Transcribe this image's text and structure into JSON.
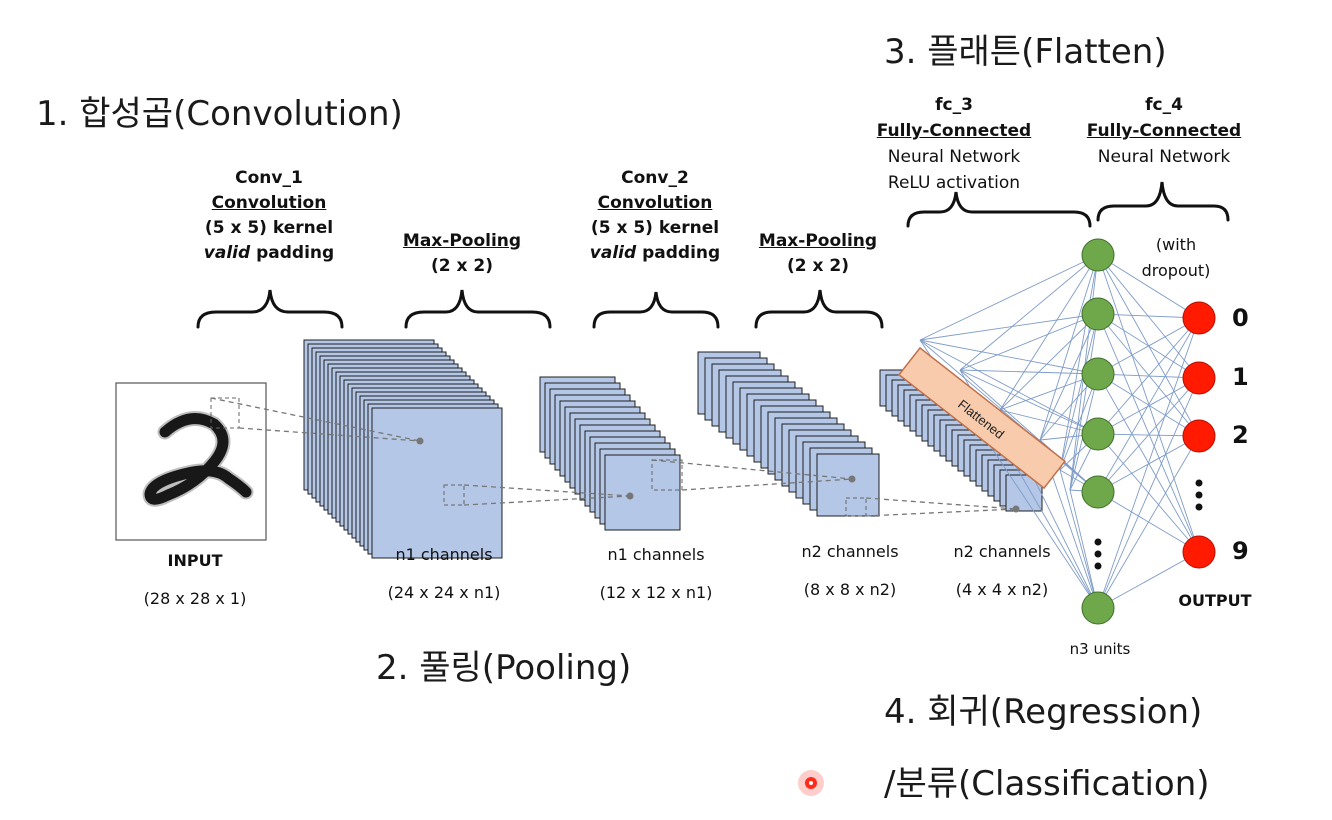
{
  "section_titles": {
    "convolution": "1. 합성곱(Convolution)",
    "pooling": "2. 풀링(Pooling)",
    "flatten": "3. 플래튼(Flatten)",
    "regression": "4. 회귀(Regression)",
    "classification": "/분류(Classification)"
  },
  "layer_labels": {
    "conv1": {
      "name": "Conv_1",
      "type": "Convolution",
      "kernel": "(5 x 5) kernel",
      "padding_em": "valid",
      "padding_rest": " padding"
    },
    "pool1": {
      "name": "Max-Pooling",
      "size": "(2 x 2)"
    },
    "conv2": {
      "name": "Conv_2",
      "type": "Convolution",
      "kernel": "(5 x 5) kernel",
      "padding_em": "valid",
      "padding_rest": " padding"
    },
    "pool2": {
      "name": "Max-Pooling",
      "size": "(2 x 2)"
    },
    "fc3": {
      "name": "fc_3",
      "type": "Fully-Connected",
      "line1": "Neural Network",
      "line2": "ReLU activation"
    },
    "fc4": {
      "name": "fc_4",
      "type": "Fully-Connected",
      "line1": "Neural Network"
    }
  },
  "captions": {
    "input": {
      "title": "INPUT",
      "dims": "(28 x 28 x 1)"
    },
    "conv1_out": {
      "title": "n1 channels",
      "dims": "(24 x 24 x n1)"
    },
    "pool1_out": {
      "title": "n1 channels",
      "dims": "(12 x 12 x n1)"
    },
    "conv2_out": {
      "title": "n2 channels",
      "dims": "(8 x 8 x n2)"
    },
    "pool2_out": {
      "title": "n2 channels",
      "dims": "(4 x 4 x n2)"
    },
    "units": "n3 units",
    "dropout": "(with\ndropout)",
    "output": "OUTPUT"
  },
  "flattened_label": "Flattened",
  "output_digits": [
    "0",
    "1",
    "2",
    "9"
  ],
  "colors": {
    "feature_map": "#b4c7e7",
    "feature_map_border": "#1f1f1f",
    "hidden_node": "#6fa84a",
    "output_node": "#ff1a00",
    "flatten_bar": "#f8cbad",
    "connection": "#7f9cc9"
  }
}
